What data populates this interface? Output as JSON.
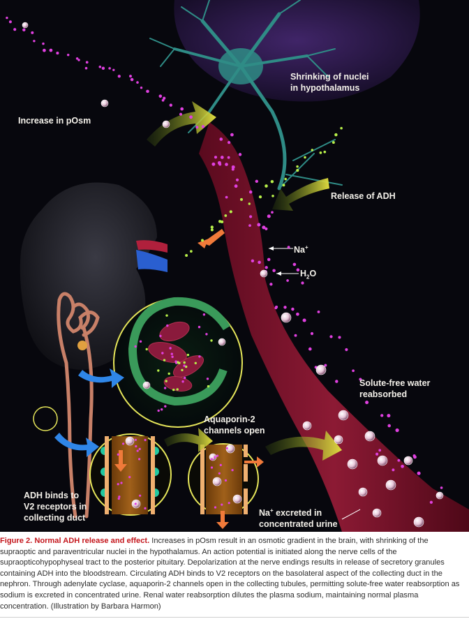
{
  "labels": {
    "shrinking": [
      "Shrinking of nuclei",
      "in hypothalamus"
    ],
    "increase_posm": "Increase in pOsm",
    "release_adh": "Release of ADH",
    "na": "Na",
    "na_sup": "+",
    "h2o_h": "H",
    "h2o_sub": "2",
    "h2o_o": "O",
    "solute_free": [
      "Solute-free water",
      "reabsorbed"
    ],
    "aquaporin": [
      "Aquaporin-2",
      "channels open"
    ],
    "adh_binds": [
      "ADH binds to",
      "V2 receptors in",
      "collecting duct"
    ],
    "na_excreted_na": "Na",
    "na_excreted_sup": "+",
    "na_excreted_rest": " excreted in",
    "na_excreted_line2": "concentrated urine"
  },
  "caption": {
    "figure": "Figure 2.",
    "title": "Normal ADH release and effect.",
    "body": " Increases in pOsm result in an osmotic gradient in the brain, with shrinking of the supraoptic and paraventricular nuclei in the hypothalamus. An action potential is initiated along the nerve cells of the supraopticohypophyseal tract to the posterior pituitary. Depolarization at the nerve endings results in release of secretory granules containing ADH into the bloodstream. Circulating ADH binds to V2 receptors on the basolateral aspect of the collecting duct in the nephron. Through adenylate cyclase, aquaporin-2 channels open in the collecting tubules, permitting solute-free water reabsorption as sodium is excreted in concentrated urine. Renal water reabsorption dilutes the plasma sodium, maintaining normal plasma concentration.",
    "credit": " (Illustration by Barbara Harmon)"
  },
  "colors": {
    "background": "#07070d",
    "vessel": "#7a1128",
    "neuron": "#2f8c86",
    "adh_granule": "#b8f04a",
    "sodium": "#e040e0",
    "water": "#f0d8e6",
    "arrow_yellow": "#d8d23a",
    "arrow_orange": "#f07a3a",
    "arrow_blue": "#2f86e8",
    "caption_red": "#c4161c"
  }
}
